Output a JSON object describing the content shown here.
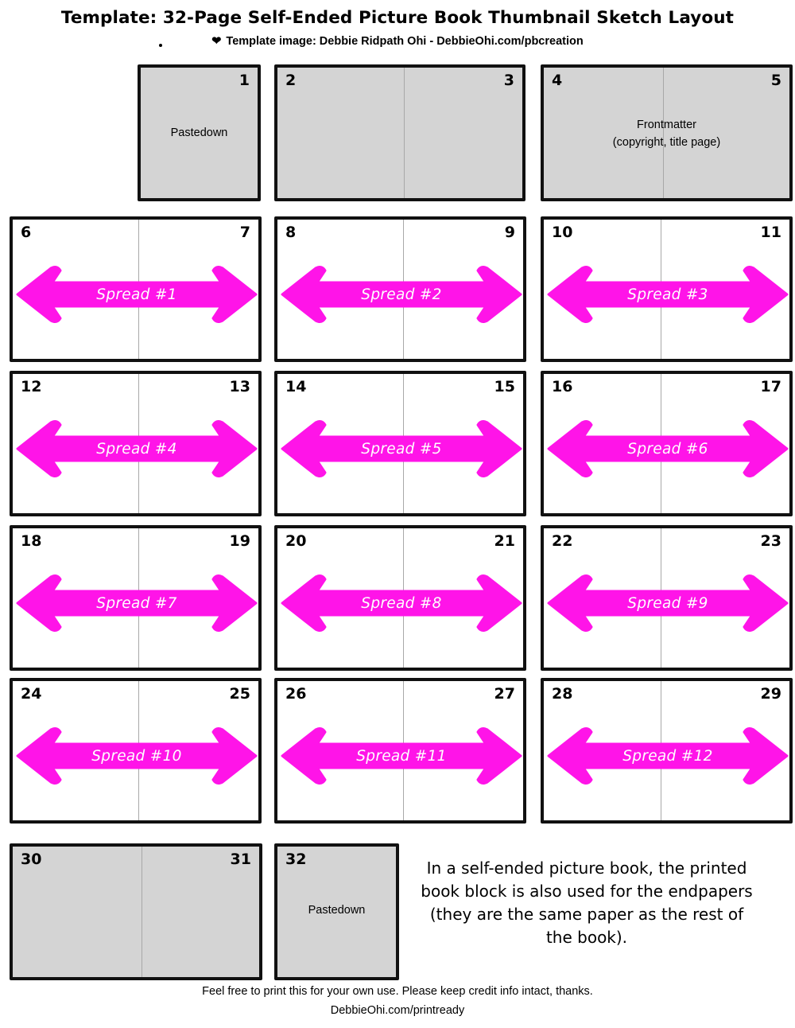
{
  "header": {
    "title": "Template: 32-Page Self-Ended Picture Book Thumbnail Sketch Layout",
    "credit": "Template image: Debbie Ridpath Ohi - DebbieOhi.com/pbcreation",
    "heart_icon": "heart-icon"
  },
  "top_row": {
    "page1": {
      "number": "1",
      "label": "Pastedown"
    },
    "spread_2_3": {
      "left": "2",
      "right": "3"
    },
    "spread_4_5": {
      "left": "4",
      "right": "5",
      "label_line1": "Frontmatter",
      "label_line2": "(copyright, title page)"
    }
  },
  "spreads": [
    {
      "left": "6",
      "right": "7",
      "label": "Spread #1"
    },
    {
      "left": "8",
      "right": "9",
      "label": "Spread #2"
    },
    {
      "left": "10",
      "right": "11",
      "label": "Spread #3"
    },
    {
      "left": "12",
      "right": "13",
      "label": "Spread #4"
    },
    {
      "left": "14",
      "right": "15",
      "label": "Spread #5"
    },
    {
      "left": "16",
      "right": "17",
      "label": "Spread #6"
    },
    {
      "left": "18",
      "right": "19",
      "label": "Spread #7"
    },
    {
      "left": "20",
      "right": "21",
      "label": "Spread #8"
    },
    {
      "left": "22",
      "right": "23",
      "label": "Spread #9"
    },
    {
      "left": "24",
      "right": "25",
      "label": "Spread #10"
    },
    {
      "left": "26",
      "right": "27",
      "label": "Spread #11"
    },
    {
      "left": "28",
      "right": "29",
      "label": "Spread #12"
    }
  ],
  "bottom_row": {
    "spread_30_31": {
      "left": "30",
      "right": "31"
    },
    "page32": {
      "number": "32",
      "label": "Pastedown"
    }
  },
  "note": "In a self-ended picture book, the printed book block is also used for the endpapers (they are the same paper as the rest of the book).",
  "footer": {
    "line1": "Feel free to print this for your own use. Please keep credit info intact, thanks.",
    "line2": "DebbieOhi.com/printready"
  },
  "colors": {
    "arrow": "#ff14e8",
    "gray_page": "#d4d4d4",
    "border": "#111111"
  }
}
